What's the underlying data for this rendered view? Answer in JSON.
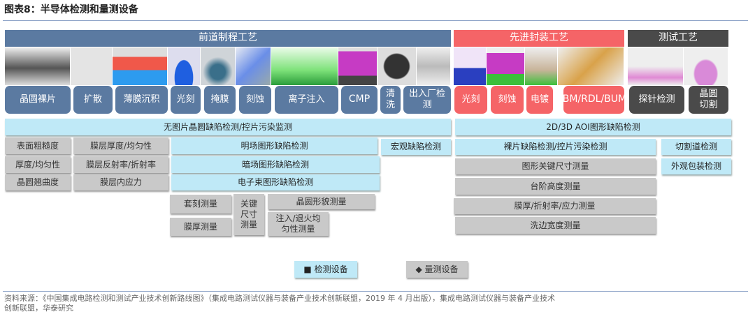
{
  "title": "图表8：半导体检测和量测设备",
  "headers": {
    "front": "前道制程工艺",
    "packaging": "先进封装工艺",
    "test": "测试工艺"
  },
  "colors": {
    "front": "#5b7aa1",
    "packaging": "#f56467",
    "test": "#4a4a4a",
    "inspection": "#bfe9f7",
    "metrology": "#c9c9c9"
  },
  "front_steps": [
    "晶圆裸片",
    "扩散",
    "薄膜沉积",
    "光刻",
    "掩膜",
    "刻蚀",
    "离子注入",
    "CMP",
    "清洗",
    "出入厂检测"
  ],
  "packaging_steps": [
    "光刻",
    "刻蚀",
    "电镀",
    "UBM/RDL/BUMP"
  ],
  "test_steps": [
    "探针检测",
    "晶圆切割"
  ],
  "front_equipment": {
    "unpatterned": "无图片晶圆缺陷检测/控片污染监测",
    "surface_roughness": "表面粗糙度",
    "film_thickness_uniformity": "膜层厚度/均匀性",
    "thickness_uniformity": "厚度/均匀性",
    "film_reflectivity": "膜层反射率/折射率",
    "wafer_warpage": "晶圆翘曲度",
    "film_stress": "膜层内应力",
    "brightfield": "明场图形缺陷检测",
    "darkfield": "暗场图形缺陷检测",
    "ebeam": "电子束图形缺陷检测",
    "macro": "宏观缺陷检测",
    "overlay": "套刻测量",
    "film_thickness": "膜厚测量",
    "cd": "关键尺寸测量",
    "wafer_shape": "晶圆形貌测量",
    "implant_anneal": "注入/退火均匀性测量"
  },
  "packaging_equipment": {
    "aoi": "2D/3D AOI图形缺陷检测",
    "die_defect": "裸片缺陷检测/控片污染检测",
    "dicing_lane": "切割道检测",
    "pattern_cd": "图形关键尺寸测量",
    "appearance": "外观包装检测",
    "step_height": "台阶高度测量",
    "film_stress": "膜厚/折射率/应力测量",
    "edge_bead": "洗边宽度测量"
  },
  "legend": {
    "inspection": "■ 检测设备",
    "metrology": "◆ 量测设备"
  },
  "source": "资料来源：《中国集成电路检测和测试产业技术创新路线图》（集成电路测试仪器与装备产业技术创新联盟，2019 年 4 月出版），集成电路测试仪器与装备产业技术",
  "source_line2": "创新联盟，华泰研究"
}
